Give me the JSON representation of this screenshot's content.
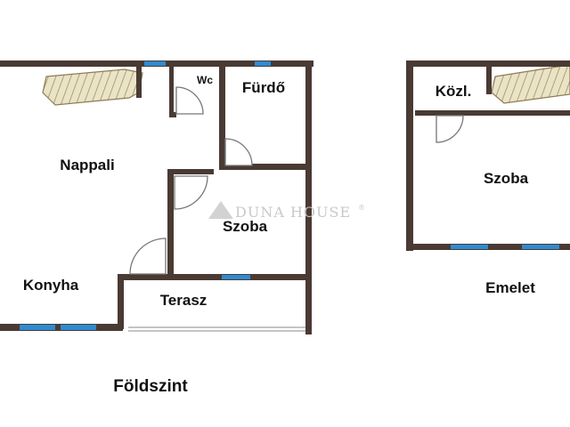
{
  "watermark": {
    "brand": "DUNA HOUSE",
    "mark": "®"
  },
  "colors": {
    "wall": "#4a3a34",
    "window": "#2f8bd0",
    "stair": "#e6dcb7",
    "door": "#777777"
  },
  "ground_floor": {
    "label": "Földszint",
    "rooms": {
      "living": "Nappali",
      "wc": "Wc",
      "bathroom": "Fürdő",
      "room": "Szoba",
      "kitchen": "Konyha",
      "terrace": "Terasz"
    }
  },
  "upper_floor": {
    "label": "Emelet",
    "rooms": {
      "hall": "Közl.",
      "room": "Szoba"
    }
  }
}
